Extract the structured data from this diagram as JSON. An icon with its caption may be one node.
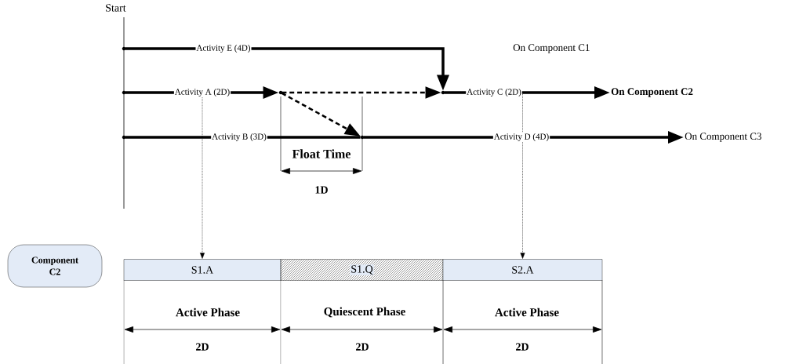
{
  "diagram": {
    "nodes": [
      {
        "text": [],
        "shape": "circle"
      },
      {
        "text": [],
        "shape": "circle"
      },
      {
        "text": [],
        "shape": "circle"
      },
      {
        "text": [],
        "shape": "circle"
      },
      {
        "text": [],
        "shape": "circle"
      },
      {
        "text": [],
        "shape": "circle"
      },
      {
        "text": [
          "On Component C2"
        ]
      },
      {
        "text": [
          "On Component C3"
        ]
      },
      {
        "text": [
          "Component C2"
        ]
      },
      {
        "text": [
          "S1.A"
        ]
      },
      {
        "text": [
          "S1.Q"
        ]
      },
      {
        "text": [
          "S2.A"
        ]
      }
    ],
    "edges": [
      {
        "from": 0,
        "to": 4,
        "arrow": "to",
        "label": "Activity E (4D)"
      },
      {
        "from": 1,
        "to": 3,
        "arrow": "to",
        "label": "Activity A (2D)"
      },
      {
        "from": 2,
        "to": 5,
        "arrow": "none",
        "label": "Activity B (3D)"
      },
      {
        "from": 3,
        "to": 4,
        "arrow": "to",
        "style": "dashed"
      },
      {
        "from": 3,
        "to": 5,
        "arrow": "to",
        "style": "dashed"
      },
      {
        "from": 4,
        "to": 6,
        "arrow": "to",
        "label": "Activity C (2D)"
      },
      {
        "from": 5,
        "to": 7,
        "arrow": "to",
        "label": "Activity D (4D)"
      },
      {
        "from": null,
        "to": 9,
        "arrow": "to",
        "style": "dashed"
      },
      {
        "from": null,
        "to": 11,
        "arrow": "to",
        "style": "dashed"
      }
    ],
    "labels": [
      "Start",
      "On Component C1",
      "Float Time",
      "1D",
      "Active Phase",
      "Quiescent Phase",
      "Active Phase",
      "2D",
      "2D",
      "2D"
    ]
  }
}
